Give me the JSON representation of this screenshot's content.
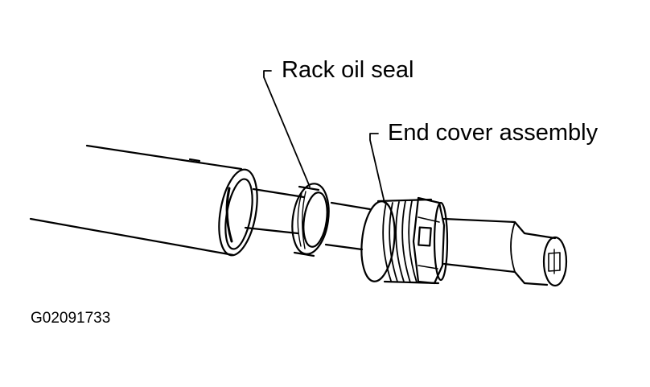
{
  "labels": {
    "rack_oil_seal": "Rack oil seal",
    "end_cover_assembly": "End cover assembly",
    "figure_id": "G02091733"
  },
  "colors": {
    "line": "#000000",
    "background": "#ffffff"
  }
}
